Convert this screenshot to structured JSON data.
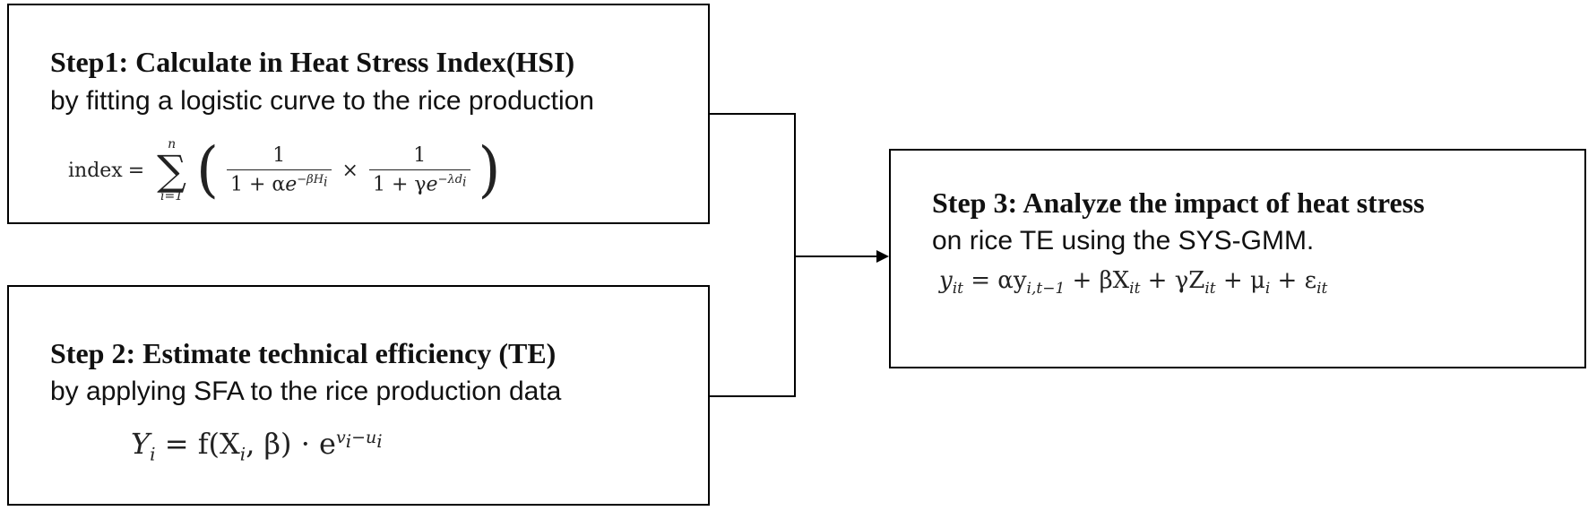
{
  "steps": [
    {
      "title": "Step1: Calculate in Heat Stress Index(HSI)",
      "description": "by fitting a logistic curve to the rice production",
      "equation": {
        "lhs": "index",
        "eq": "=",
        "sum_upper": "n",
        "sum_lower": "i=1",
        "one": "1",
        "times": "×",
        "den1_prefix": "1 + α",
        "den1_base": "e",
        "den1_exp": "−βH",
        "den1_exp_sub": "i",
        "den2_prefix": "1 + γ",
        "den2_base": "e",
        "den2_exp": "−λd",
        "den2_exp_sub": "i"
      }
    },
    {
      "title": "Step 2: Estimate technical efficiency (TE)",
      "description": "by applying SFA to the rice production data",
      "equation": {
        "Y": "Y",
        "Y_sub": "i",
        "rhs_open": " = f(X",
        "X_sub": "i",
        "rhs_mid": ", β) · e",
        "exp": "v",
        "exp_v_sub": "i",
        "exp_mid": "−u",
        "exp_u_sub": "i"
      }
    },
    {
      "title": "Step 3: Analyze the impact of heat stress",
      "description": "on rice TE using the SYS-GMM.",
      "equation": {
        "y": "y",
        "y_sub": "it",
        "p1": " = αy",
        "lag_sub": "i,t−1",
        "p2": " + βX",
        "X_sub": "it",
        "p3": " + γZ",
        "Z_sub": "it",
        "p4": " + μ",
        "mu_sub": "i",
        "p5": " + ε",
        "eps_sub": "it"
      }
    }
  ]
}
